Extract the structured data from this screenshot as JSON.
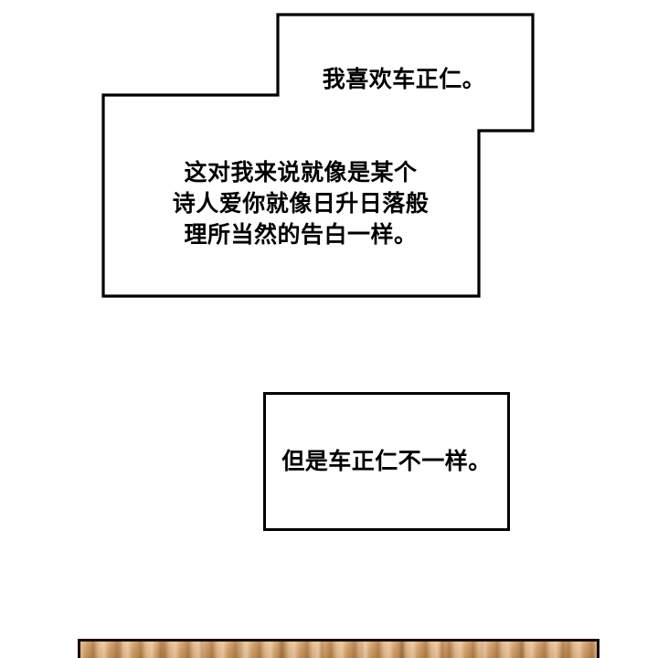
{
  "panel": {
    "background_color": "#ffffff",
    "outline_color": "#000000"
  },
  "bubbles": [
    {
      "id": "bubble-stepped",
      "shape": "stepped-polygon",
      "lines": [
        "我喜欢车正仁。"
      ],
      "paragraph": [
        "这对我来说就像是某个",
        "诗人爱你就像日升日落般",
        "理所当然的告白一样。"
      ]
    },
    {
      "id": "bubble-rect",
      "shape": "rectangle",
      "lines": [
        "但是车正仁不一样。"
      ]
    }
  ],
  "scene": {
    "wood_panel": {
      "label": "wooden-surface",
      "base_color": "#cb9a6c",
      "highlight_color": "#d6aa7c",
      "shadow_color": "#bd8b55",
      "border_color": "#190d06"
    }
  }
}
